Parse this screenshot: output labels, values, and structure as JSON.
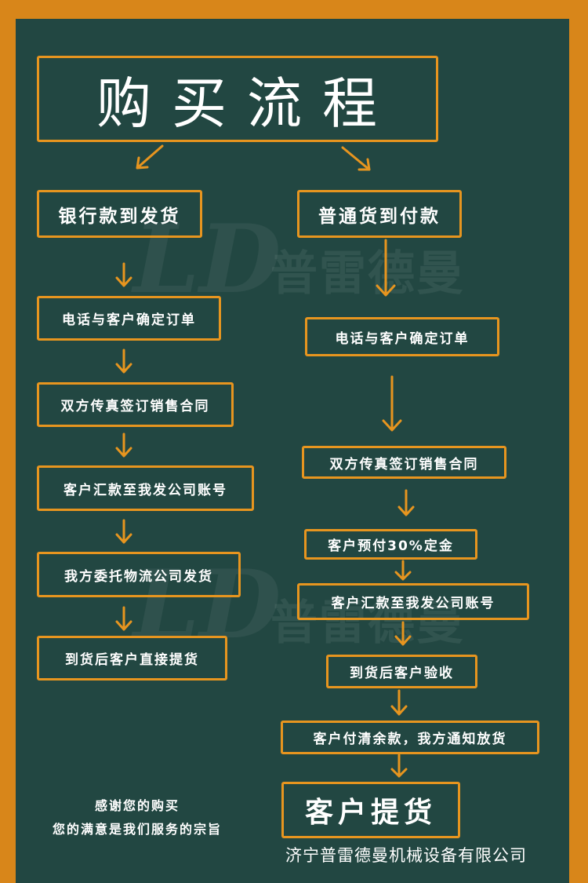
{
  "title": "购买流程",
  "left_flow": {
    "heading": "银行款到发货",
    "steps": [
      "电话与客户确定订单",
      "双方传真签订销售合同",
      "客户汇款至我发公司账号",
      "我方委托物流公司发货",
      "到货后客户直接提货"
    ]
  },
  "right_flow": {
    "heading": "普通货到付款",
    "steps": [
      "电话与客户确定订单",
      "双方传真签订销售合同",
      "客户预付30%定金",
      "客户汇款至我发公司账号",
      "到货后客户验收",
      "客户付清余款，我方通知放货"
    ],
    "final": "客户提货"
  },
  "watermark": {
    "brand": "普雷德曼",
    "logo": "LD"
  },
  "thanks": {
    "line1": "感谢您的购买",
    "line2": "您的满意是我们服务的宗旨"
  },
  "company": "济宁普雷德曼机械设备有限公司",
  "colors": {
    "background": "#224742",
    "border": "#d8861a",
    "accent": "#e7951f",
    "text": "#ffffff"
  }
}
